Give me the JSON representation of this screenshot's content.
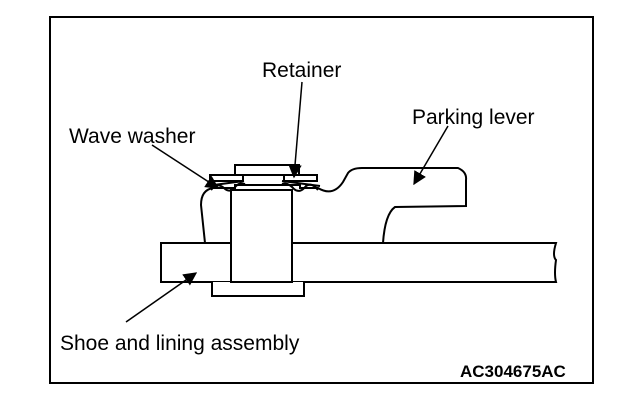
{
  "labels": {
    "retainer": "Retainer",
    "wave_washer": "Wave washer",
    "parking_lever": "Parking lever",
    "shoe_lining": "Shoe and lining assembly"
  },
  "figure_code": "AC304675AC",
  "icons": [
    "arrowhead-icon"
  ],
  "colors": {
    "line": "#000000",
    "background": "#ffffff"
  }
}
